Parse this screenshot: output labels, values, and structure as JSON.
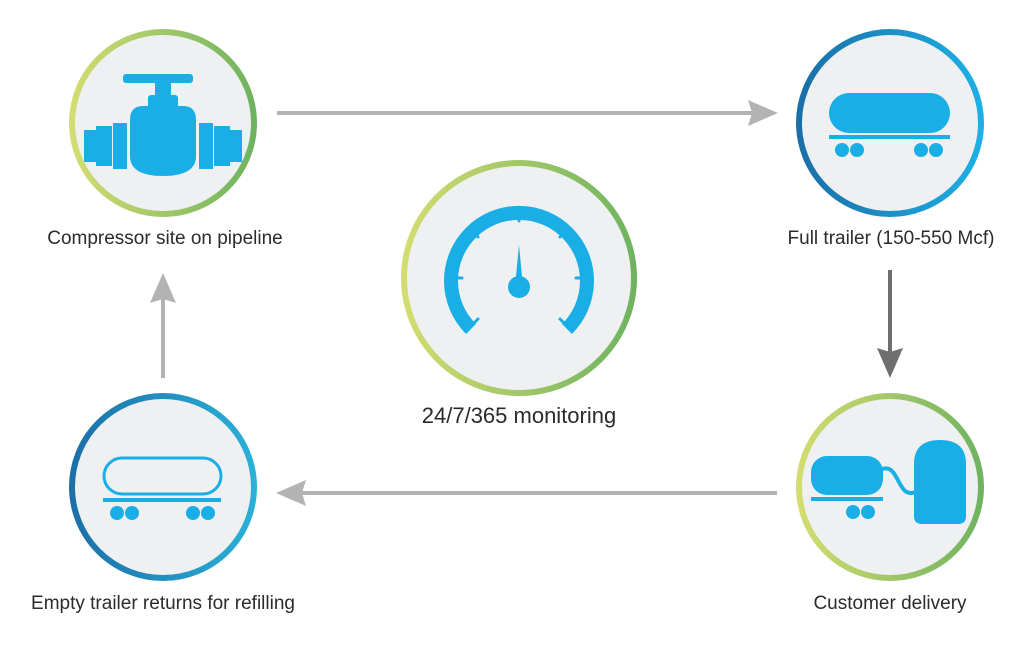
{
  "colors": {
    "accent_blue": "#1aaee6",
    "ring_blue": "#1b74ad",
    "ring_green": "#7ab85e",
    "ring_lime": "#c9d86a",
    "circle_fill": "#eef0f2",
    "arrow_gray": "#b3b3b3",
    "arrow_dark": "#6f6f6f",
    "text": "#2b2b2b"
  },
  "nodes": {
    "compressor": {
      "label": "Compressor site on pipeline",
      "icon": "pipeline-valve-icon"
    },
    "full_trailer": {
      "label": "Full trailer (150-550 Mcf)",
      "icon": "full-tank-trailer-icon"
    },
    "customer": {
      "label": "Customer delivery",
      "icon": "delivery-hose-icon"
    },
    "empty_trailer": {
      "label": "Empty trailer returns for refilling",
      "icon": "empty-tank-trailer-icon"
    },
    "monitoring": {
      "label": "24/7/365 monitoring",
      "icon": "gauge-icon"
    }
  }
}
